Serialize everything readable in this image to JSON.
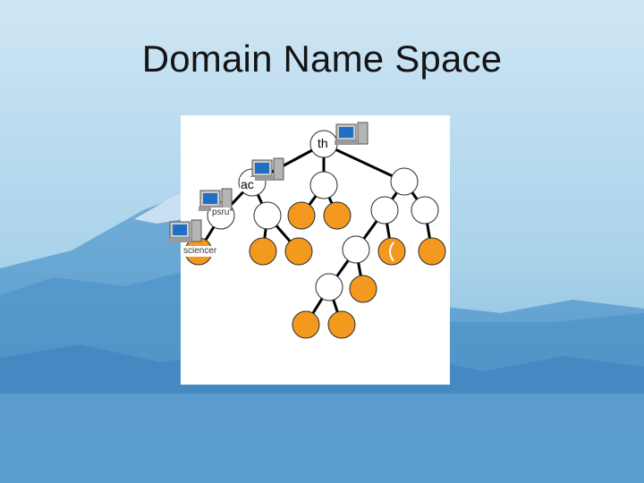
{
  "slide": {
    "title": "Domain Name Space"
  },
  "diagram": {
    "labels": {
      "root": "th",
      "level1": "ac",
      "level2": "psru",
      "level3": "sciencer"
    },
    "icons": [
      "computer-icon",
      "computer-icon",
      "computer-icon",
      "computer-icon"
    ],
    "colors": {
      "node_white": "#ffffff",
      "node_orange": "#f39a1e",
      "edge": "#000000",
      "panel": "#ffffff"
    }
  }
}
